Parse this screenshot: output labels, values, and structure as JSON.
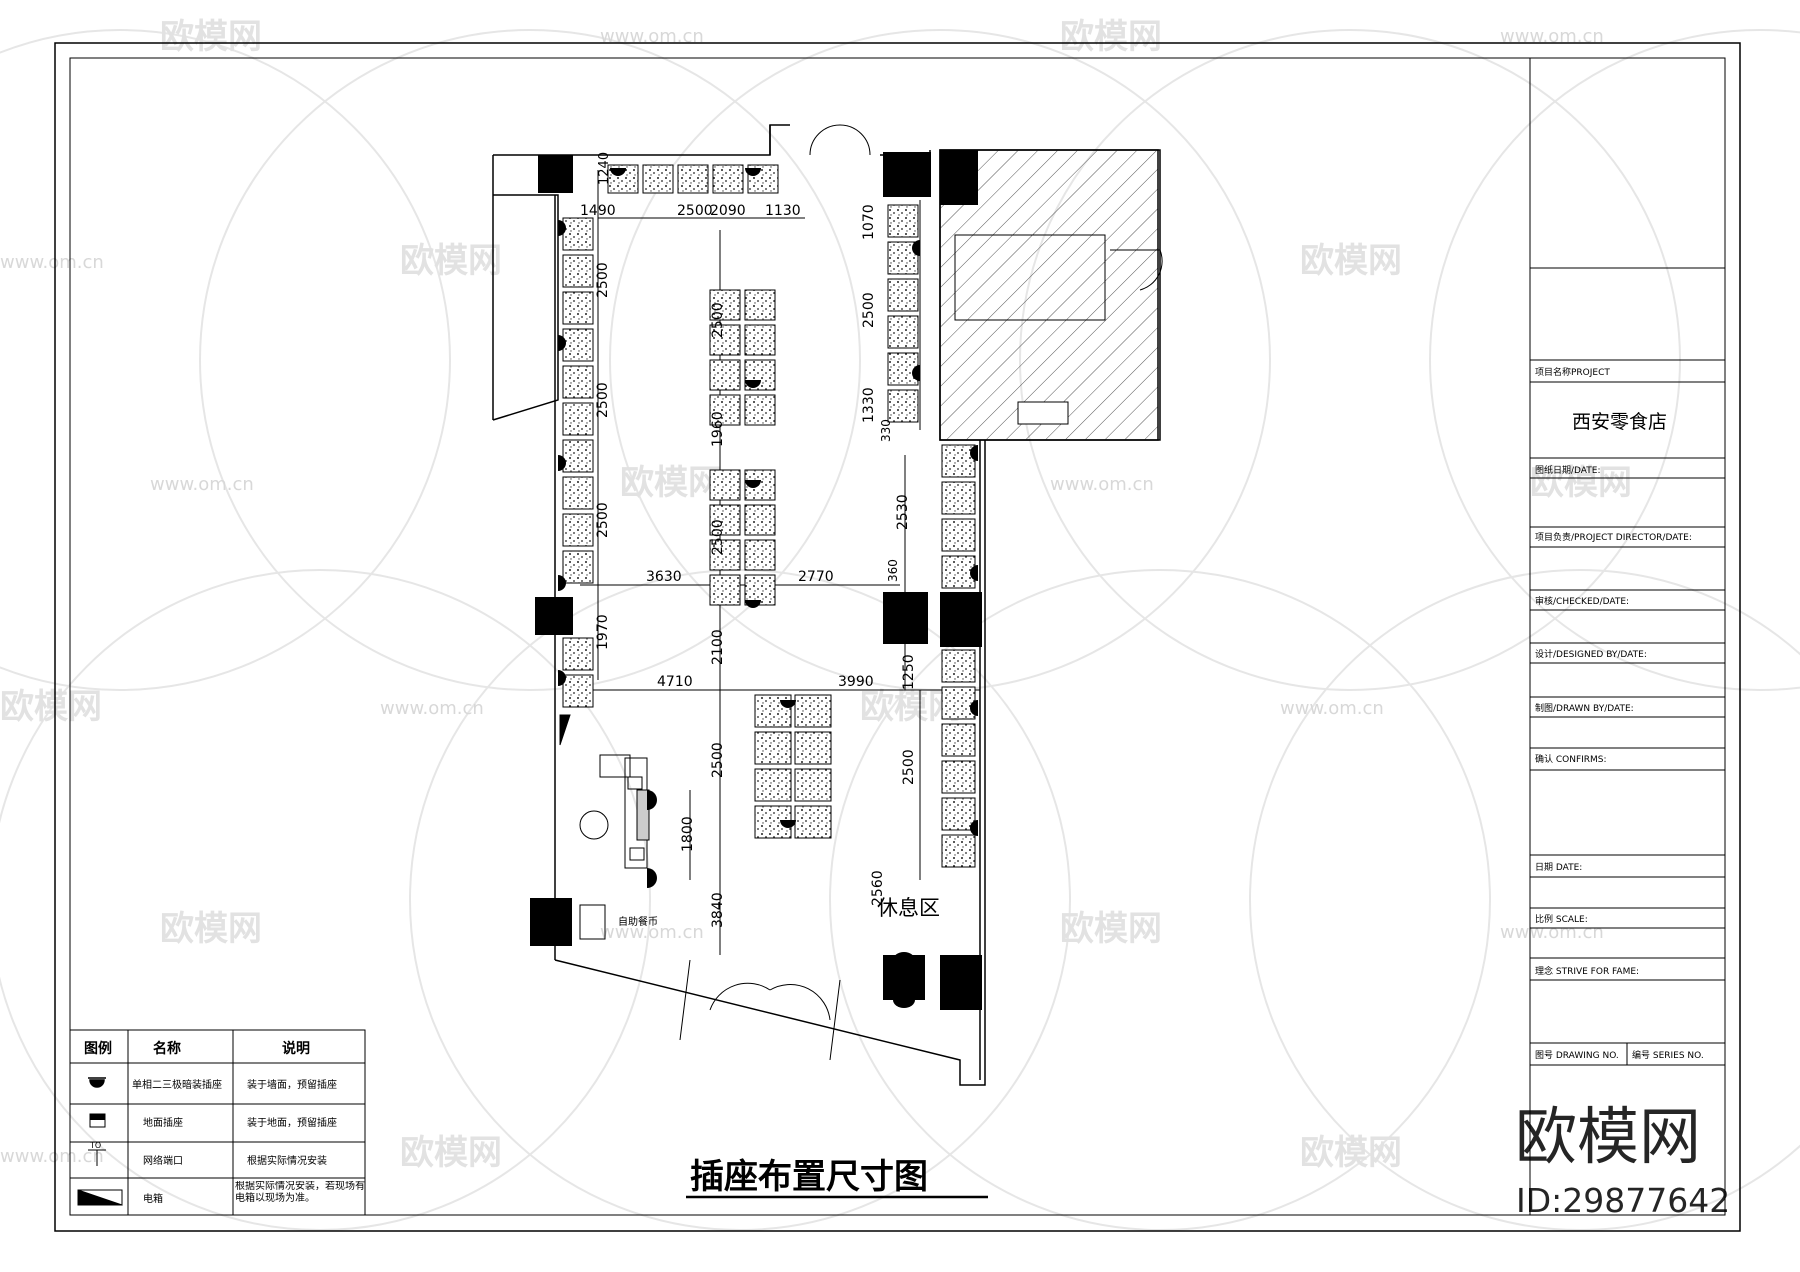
{
  "drawing": {
    "title": "插座布置尺寸图",
    "rest_area_label": "休息区",
    "self_checkout_label": "自助餐币"
  },
  "dimensions": {
    "top": [
      "1240",
      "1490",
      "2500",
      "2090",
      "1130"
    ],
    "left": [
      "2500",
      "2500",
      "2500",
      "1970"
    ],
    "center": [
      "2500",
      "1960",
      "2500",
      "2100",
      "2500",
      "3840",
      "1800"
    ],
    "right": [
      "1070",
      "2500",
      "1330",
      "330",
      "2530",
      "360",
      "1250",
      "2500",
      "2560"
    ],
    "horizontal": [
      "3630",
      "2770",
      "4710",
      "3990"
    ]
  },
  "legend": {
    "headers": [
      "图例",
      "名称",
      "说明"
    ],
    "rows": [
      {
        "icon": "wall-socket-icon",
        "name": "单相二三极暗装插座",
        "note": "装于墙面，预留插座"
      },
      {
        "icon": "floor-socket-icon",
        "name": "地面插座",
        "note": "装于地面，预留插座"
      },
      {
        "icon": "network-port-icon",
        "name": "网络端口",
        "note": "根据实际情况安装"
      },
      {
        "icon": "electric-box-icon",
        "name": "电箱",
        "note": "根据实际情况安装，若现场有电箱以现场为准。"
      }
    ]
  },
  "title_block": {
    "project_label": "项目名称PROJECT",
    "project_name": "西安零食店",
    "drawing_date_label": "图纸日期/DATE:",
    "director_label": "项目负责/PROJECT DIRECTOR/DATE:",
    "checked_label": "审核/CHECKED/DATE:",
    "designed_label": "设计/DESIGNED BY/DATE:",
    "drawn_label": "制图/DRAWN BY/DATE:",
    "confirms_label": "确认 CONFIRMS:",
    "date_label": "日期 DATE:",
    "scale_label": "比例 SCALE:",
    "slogan_label": "理念 STRIVE FOR FAME:",
    "drawing_no_label": "图号 DRAWING NO.",
    "series_no_label": "编号 SERIES NO."
  },
  "watermark": {
    "brand": "欧模网",
    "url": "www.om.cn",
    "id_text": "ID:29877642"
  }
}
